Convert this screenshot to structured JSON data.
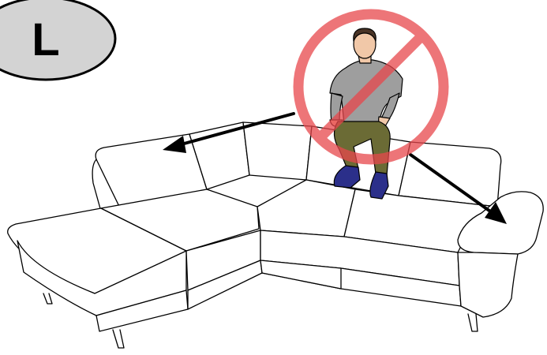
{
  "badge": {
    "letter": "L",
    "fill_color": "#d3d3d3",
    "stroke_color": "#000000"
  },
  "illustration": {
    "subject": "corner-sofa",
    "line_color": "#000000",
    "fill_color": "#ffffff"
  },
  "prohibition_sign": {
    "symbol": "no-sitting-on-backrest",
    "color": "#e8474c",
    "opacity": 0.75
  },
  "person": {
    "shirt_color": "#9e9e9e",
    "pants_color": "#6b6b35",
    "shoe_color": "#2b2f8a",
    "skin_color": "#f1c8a8",
    "hair_color": "#4a3426"
  },
  "arrows": {
    "count": 2,
    "color": "#000000"
  }
}
